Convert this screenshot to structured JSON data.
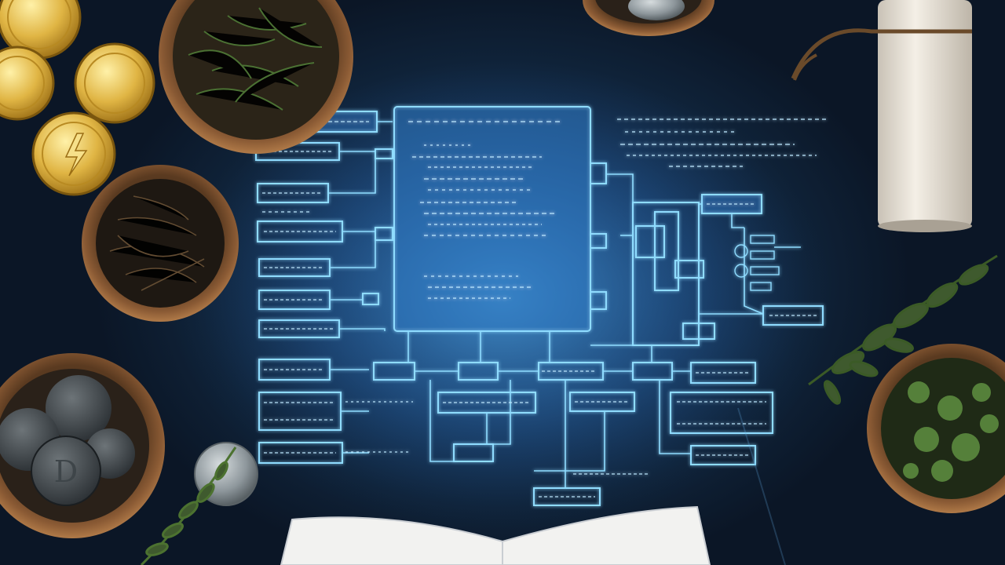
{
  "scene": {
    "description_tags": [
      "slate-table",
      "holographic-flowchart",
      "wooden-bowls",
      "gold-coins",
      "silver-coins",
      "dried-herbs",
      "paper-scroll",
      "open-book"
    ],
    "colors": {
      "table": "#13263f",
      "hologram": "#7fd3ff",
      "hologram_glow": "#3aa0ff",
      "bowl_wood": "#8a5a34",
      "gold_coin": "#e0b544",
      "silver_coin": "#9aa3a8",
      "herb": "#3f5a2e",
      "scroll": "#ece6dc",
      "book": "#f2f2f0"
    }
  }
}
